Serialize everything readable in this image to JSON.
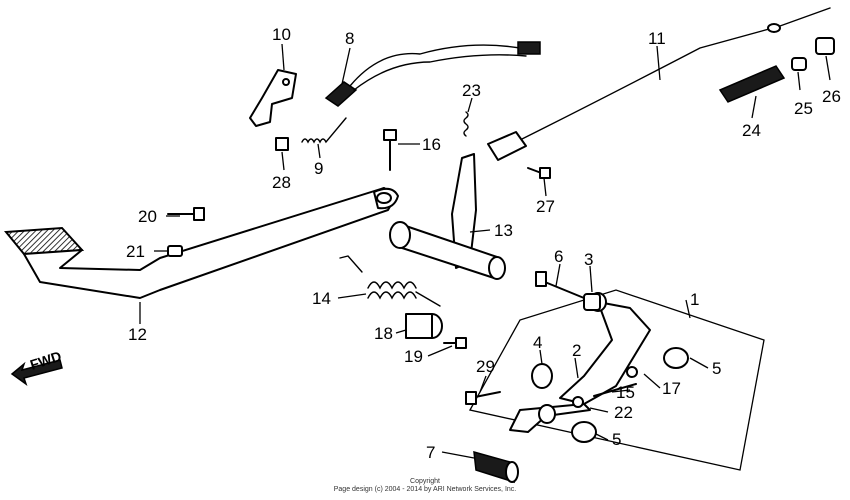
{
  "callouts": [
    "1",
    "2",
    "3",
    "4",
    "5",
    "5",
    "6",
    "7",
    "8",
    "9",
    "10",
    "11",
    "12",
    "13",
    "14",
    "15",
    "16",
    "17",
    "18",
    "19",
    "20",
    "21",
    "22",
    "23",
    "24",
    "25",
    "26",
    "27",
    "28",
    "29"
  ],
  "fwd_label": "FWD",
  "copyright": {
    "line1": "Copyright",
    "line2": "Page design (c) 2004 - 2014 by ARI Network Services, Inc."
  }
}
